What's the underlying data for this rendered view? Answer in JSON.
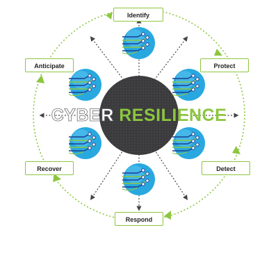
{
  "diagram": {
    "title_part1": "CYBER ",
    "title_part2": "RESILIENCE",
    "stages": [
      "Identify",
      "Protect",
      "Detect",
      "Respond",
      "Recover",
      "Anticipate"
    ],
    "colors": {
      "accent_green": "#8cc63f",
      "core_dark": "#3d3d3f",
      "globe_blue": "#29a8e0",
      "arrow_gray": "#444444"
    },
    "icons": [
      "globe-network-icon"
    ]
  }
}
